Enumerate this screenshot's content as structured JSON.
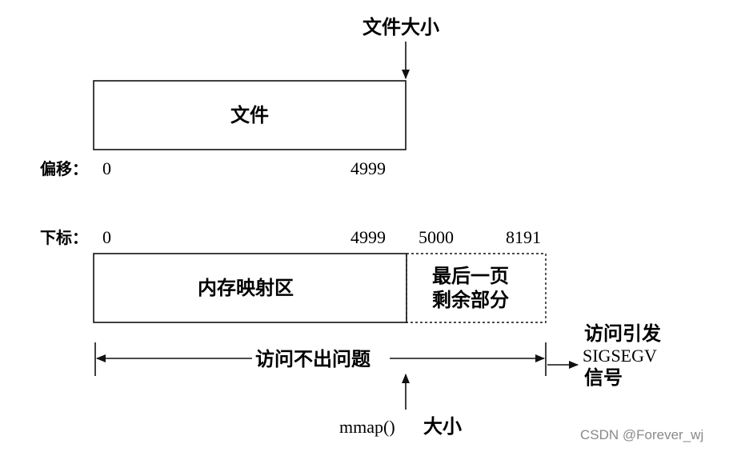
{
  "top": {
    "file_size_label": "文件大小",
    "file_box_label": "文件"
  },
  "offset": {
    "label": "偏移：",
    "start": "0",
    "end": "4999"
  },
  "index": {
    "label": "下标：",
    "start": "0",
    "end": "4999",
    "page_start": "5000",
    "page_end": "8191"
  },
  "mapping": {
    "mapped_label": "内存映射区",
    "remainder_line1": "最后一页",
    "remainder_line2": "剩余部分"
  },
  "access": {
    "ok_label": "访问不出问题",
    "sig_line1": "访问引发",
    "sig_line2": "SIGSEGV",
    "sig_line3": "信号"
  },
  "mmap": {
    "label": "mmap()",
    "label_suffix": "大小"
  },
  "watermark": "CSDN @Forever_wj"
}
